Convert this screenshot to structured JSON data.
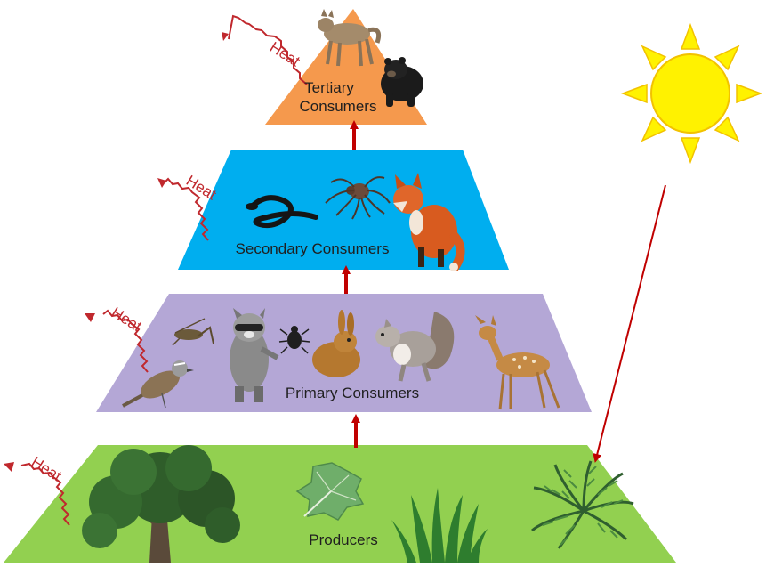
{
  "levels": {
    "tertiary": {
      "label_line1": "Tertiary",
      "label_line2": "Consumers",
      "color": "#F5994D"
    },
    "secondary": {
      "label": "Secondary Consumers",
      "color": "#00AEEF"
    },
    "primary": {
      "label": "Primary Consumers",
      "color": "#B4A7D6"
    },
    "producers": {
      "label": "Producers",
      "color": "#92D050"
    }
  },
  "heat": {
    "label": "Heat",
    "color": "#C0282D"
  },
  "sun": {
    "color": "#FFF200",
    "stroke": "#F2C200"
  },
  "arrow_color": "#C00000",
  "icons": {
    "tertiary": [
      "coyote-icon",
      "black-bear-icon"
    ],
    "secondary": [
      "snake-icon",
      "spider-icon",
      "red-fox-icon"
    ],
    "primary": [
      "cricket-icon",
      "raccoon-icon",
      "beetle-icon",
      "rabbit-icon",
      "squirrel-icon",
      "fawn-deer-icon",
      "sparrow-icon"
    ],
    "producers": [
      "oak-tree-icon",
      "leaf-icon",
      "grass-icon",
      "fern-icon"
    ]
  }
}
